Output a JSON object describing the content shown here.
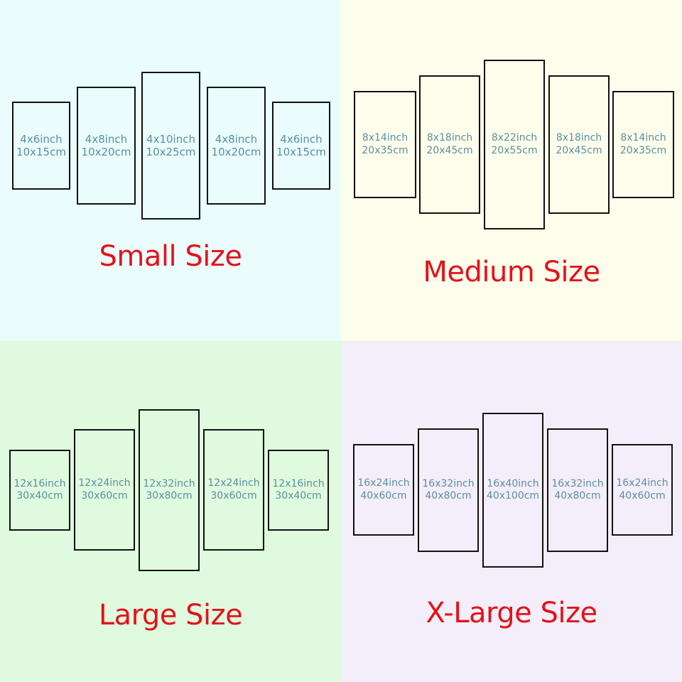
{
  "colors": {
    "small_bg": "#eafcfc",
    "medium_bg": "#fdfdec",
    "large_bg": "#dffade",
    "xlarge_bg": "#f3eef9",
    "panel_border": "#111111",
    "dimension_text": "#5b8fa0",
    "title_text": "#e3121b"
  },
  "small": {
    "title": "Small Size",
    "panels": [
      {
        "inch": "4x6inch",
        "cm": "10x15cm"
      },
      {
        "inch": "4x8inch",
        "cm": "10x20cm"
      },
      {
        "inch": "4x10inch",
        "cm": "10x25cm"
      },
      {
        "inch": "4x8inch",
        "cm": "10x20cm"
      },
      {
        "inch": "4x6inch",
        "cm": "10x15cm"
      }
    ]
  },
  "medium": {
    "title": "Medium Size",
    "panels": [
      {
        "inch": "8x14inch",
        "cm": "20x35cm"
      },
      {
        "inch": "8x18inch",
        "cm": "20x45cm"
      },
      {
        "inch": "8x22inch",
        "cm": "20x55cm"
      },
      {
        "inch": "8x18inch",
        "cm": "20x45cm"
      },
      {
        "inch": "8x14inch",
        "cm": "20x35cm"
      }
    ]
  },
  "large": {
    "title": "Large Size",
    "panels": [
      {
        "inch": "12x16inch",
        "cm": "30x40cm"
      },
      {
        "inch": "12x24inch",
        "cm": "30x60cm"
      },
      {
        "inch": "12x32inch",
        "cm": "30x80cm"
      },
      {
        "inch": "12x24inch",
        "cm": "30x60cm"
      },
      {
        "inch": "12x16inch",
        "cm": "30x40cm"
      }
    ]
  },
  "xlarge": {
    "title": "X-Large Size",
    "panels": [
      {
        "inch": "16x24inch",
        "cm": "40x60cm"
      },
      {
        "inch": "16x32inch",
        "cm": "40x80cm"
      },
      {
        "inch": "16x40inch",
        "cm": "40x100cm"
      },
      {
        "inch": "16x32inch",
        "cm": "40x80cm"
      },
      {
        "inch": "16x24inch",
        "cm": "40x60cm"
      }
    ]
  }
}
